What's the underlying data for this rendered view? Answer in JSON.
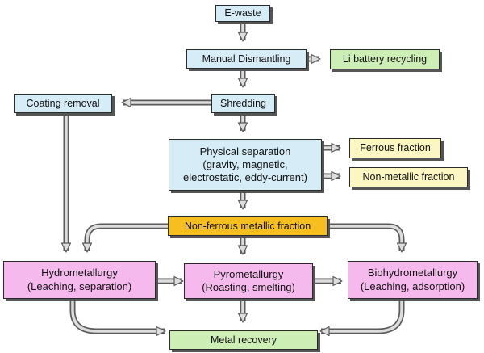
{
  "colors": {
    "blue": "#d6ecf7",
    "green": "#cdeeb4",
    "yellow": "#fbf6c2",
    "orange": "#f6bf1f",
    "pink": "#f6b9ee",
    "arrow_fill": "#dddddd",
    "arrow_stroke": "#5a5a5a"
  },
  "nodes": {
    "ewaste": {
      "text": "E-waste"
    },
    "manual": {
      "text": "Manual Dismantling"
    },
    "li_battery": {
      "text": "Li battery recycling"
    },
    "shredding": {
      "text": "Shredding"
    },
    "coating": {
      "text": "Coating removal"
    },
    "physical": {
      "line1": "Physical separation",
      "line2": "(gravity, magnetic,",
      "line3": "electrostatic, eddy-current)"
    },
    "ferrous": {
      "text": "Ferrous fraction"
    },
    "nonmetallic": {
      "text": "Non-metallic fraction"
    },
    "nonferrous": {
      "text": "Non-ferrous metallic fraction"
    },
    "hydro": {
      "line1": "Hydrometallurgy",
      "line2": "(Leaching, separation)"
    },
    "pyro": {
      "line1": "Pyrometallurgy",
      "line2": "(Roasting, smelting)"
    },
    "bio": {
      "line1": "Biohydrometallurgy",
      "line2": "(Leaching, adsorption)"
    },
    "metal": {
      "text": "Metal recovery"
    }
  }
}
